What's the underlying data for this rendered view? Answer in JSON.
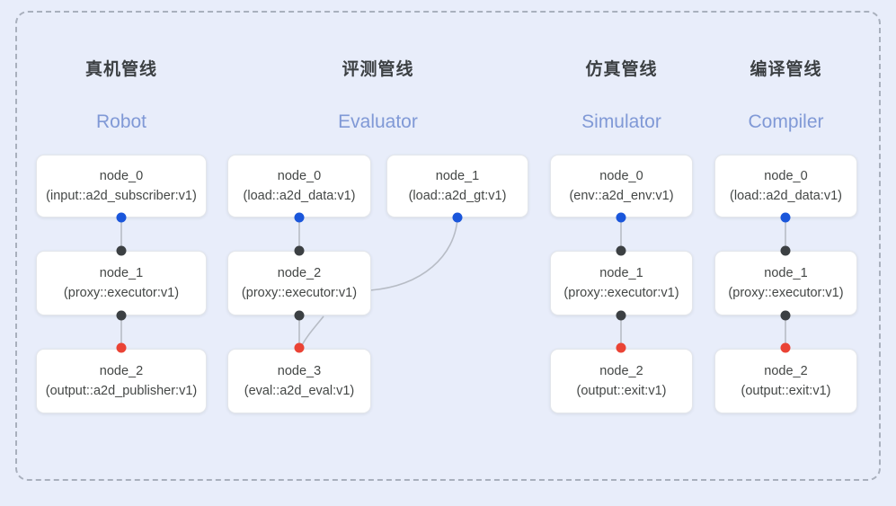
{
  "diagram": {
    "background_color": "#e8edfa",
    "container_border_color": "#a9b0bd",
    "port_colors": {
      "output": "#1a56db",
      "link": "#3c4043",
      "terminal": "#ea4335"
    },
    "title_color": "#3c4043",
    "subtitle_color": "#8099d6"
  },
  "columns": [
    {
      "title": "真机管线",
      "subtitle": "Robot",
      "nodes": [
        {
          "id": "node_0",
          "kind": "(input::a2d_subscriber:v1)"
        },
        {
          "id": "node_1",
          "kind": "(proxy::executor:v1)"
        },
        {
          "id": "node_2",
          "kind": "(output::a2d_publisher:v1)"
        }
      ]
    },
    {
      "title": "评测管线",
      "subtitle": "Evaluator",
      "nodes": [
        {
          "id": "node_0",
          "kind": "(load::a2d_data:v1)"
        },
        {
          "id": "node_1",
          "kind": "(load::a2d_gt:v1)"
        },
        {
          "id": "node_2",
          "kind": "(proxy::executor:v1)"
        },
        {
          "id": "node_3",
          "kind": "(eval::a2d_eval:v1)"
        }
      ]
    },
    {
      "title": "仿真管线",
      "subtitle": "Simulator",
      "nodes": [
        {
          "id": "node_0",
          "kind": "(env::a2d_env:v1)"
        },
        {
          "id": "node_1",
          "kind": "(proxy::executor:v1)"
        },
        {
          "id": "node_2",
          "kind": "(output::exit:v1)"
        }
      ]
    },
    {
      "title": "编译管线",
      "subtitle": "Compiler",
      "nodes": [
        {
          "id": "node_0",
          "kind": "(load::a2d_data:v1)"
        },
        {
          "id": "node_1",
          "kind": "(proxy::executor:v1)"
        },
        {
          "id": "node_2",
          "kind": "(output::exit:v1)"
        }
      ]
    }
  ]
}
